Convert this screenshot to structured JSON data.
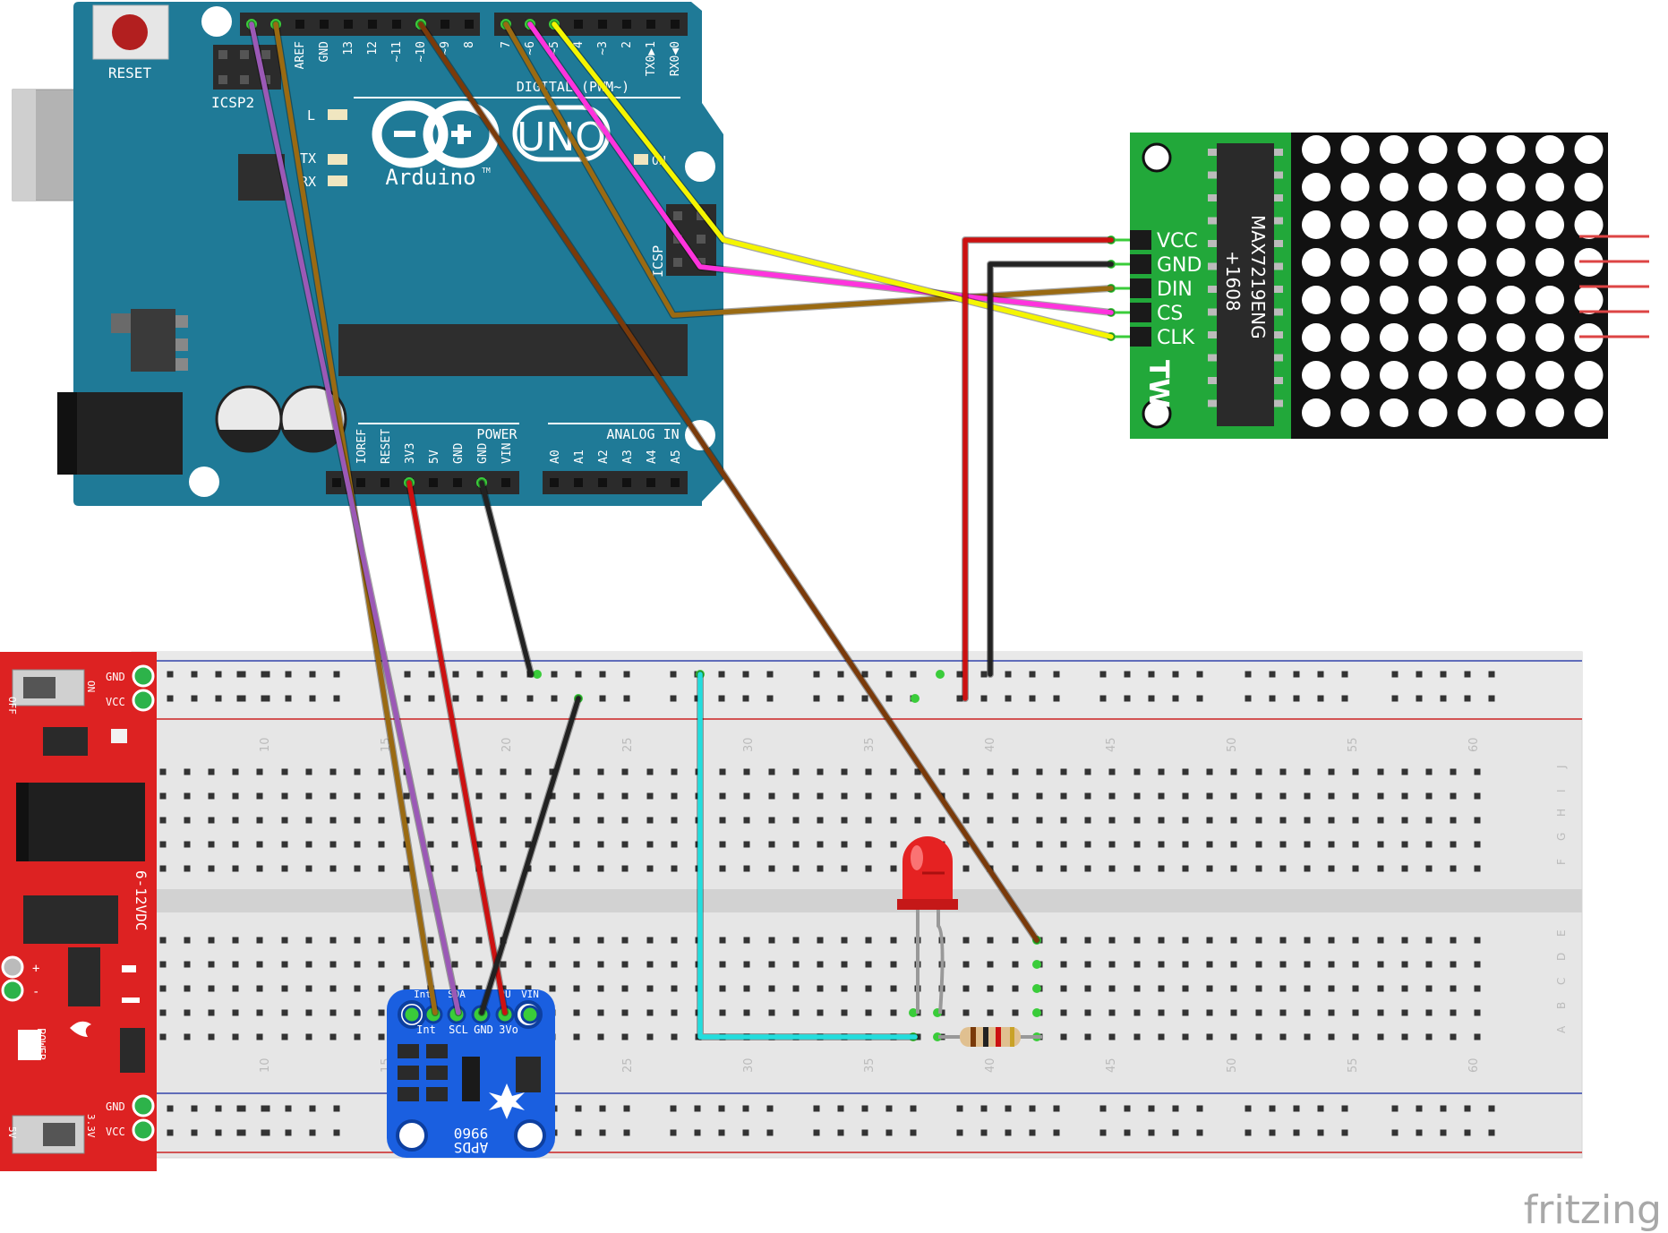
{
  "arduino": {
    "reset_label": "RESET",
    "icsp2_label": "ICSP2",
    "icsp_label": "ICSP",
    "uno_label": "UNO",
    "brand_label": "Arduino",
    "tm": "TM",
    "led_labels": [
      "L",
      "TX",
      "RX"
    ],
    "on_label": "ON",
    "digital_label": "DIGITAL (PWM~)",
    "top_pins": [
      "AREF",
      "GND",
      "13",
      "12",
      "~11",
      "~10",
      "~9",
      "8",
      "7",
      "~6",
      "~5",
      "4",
      "~3",
      "2",
      "TX0▶1",
      "RX0◀0"
    ],
    "power_label": "POWER",
    "analog_label": "ANALOG IN",
    "bottom_pins": [
      "IOREF",
      "RESET",
      "3V3",
      "5V",
      "GND",
      "GND",
      "VIN",
      "A0",
      "A1",
      "A2",
      "A3",
      "A4",
      "A5"
    ]
  },
  "matrix": {
    "chip_label": "MAX7219ENG",
    "chip_code": "+1608",
    "pins": [
      "VCC",
      "GND",
      "DIN",
      "CS",
      "CLK"
    ],
    "logo": "TW",
    "rows": 8,
    "cols": 8
  },
  "power_module": {
    "off_label": "OFF",
    "on_label": "ON",
    "gnd_label": "GND",
    "vcc_label": "VCC",
    "volt_label": "6-12VDC",
    "power_label": "POWER",
    "v5": "5V",
    "v33": "3.3V",
    "plus": "+",
    "minus": "-"
  },
  "breadboard": {
    "col_numbers_top": [
      "10",
      "15",
      "20",
      "25",
      "30",
      "35",
      "40",
      "45",
      "50",
      "55",
      "60"
    ],
    "row_letters_top": [
      "J",
      "I",
      "H",
      "G",
      "F"
    ],
    "row_letters_bottom": [
      "E",
      "D",
      "C",
      "B",
      "A"
    ]
  },
  "sensor": {
    "name": "APDS",
    "model": "9960",
    "pins": [
      "Int",
      "SCL",
      "SDA",
      "3Vo",
      "GND",
      "VIN"
    ],
    "pin_tops": [
      "Int",
      "SDA",
      "PU",
      "VIN"
    ]
  },
  "wire_colors": {
    "purple": "#9b59b6",
    "olive": "#9a6a12",
    "brown": "#7a3a0a",
    "yellow": "#f5f500",
    "magenta": "#ff33dd",
    "red": "#cc1111",
    "black": "#222222",
    "cyan": "#22dddd"
  },
  "colors": {
    "arduino": "#1f7a97",
    "matrix_pcb": "#22a83a",
    "power_pcb": "#dd2222",
    "sensor_pcb": "#1a5fe0"
  },
  "watermark": "fritzing"
}
